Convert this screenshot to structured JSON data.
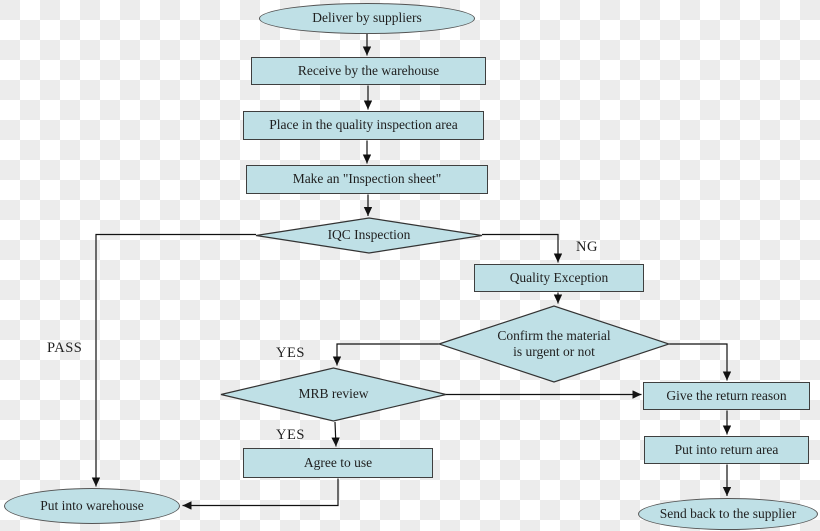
{
  "diagram": {
    "type": "flowchart",
    "background": "transparency-checkerboard",
    "colors": {
      "node_fill": "#bfe0e6",
      "node_border": "#3f3f3f",
      "edge_line": "#111111",
      "text": "#1f1f1f",
      "checker_light": "#ffffff",
      "checker_dark": "#ececec"
    },
    "nodes": {
      "deliver": {
        "shape": "ellipse",
        "label": "Deliver by suppliers"
      },
      "receive": {
        "shape": "rect",
        "label": "Receive by the warehouse"
      },
      "place": {
        "shape": "rect",
        "label": "Place in the quality inspection area"
      },
      "make": {
        "shape": "rect",
        "label": "Make an \"Inspection sheet\""
      },
      "iqc": {
        "shape": "diamond",
        "label": "IQC Inspection"
      },
      "quality": {
        "shape": "rect",
        "label": "Quality Exception"
      },
      "confirm": {
        "shape": "diamond",
        "label": "Confirm the material is urgent or not",
        "lines": [
          "Confirm the material",
          "is urgent or not"
        ]
      },
      "mrb": {
        "shape": "diamond",
        "label": "MRB review"
      },
      "agree": {
        "shape": "rect",
        "label": "Agree to use"
      },
      "warehouse": {
        "shape": "ellipse",
        "label": "Put into warehouse"
      },
      "reason": {
        "shape": "rect",
        "label": "Give the return reason"
      },
      "area": {
        "shape": "rect",
        "label": "Put into return area"
      },
      "sendback": {
        "shape": "ellipse",
        "label": "Send back to the supplier"
      }
    },
    "edge_labels": {
      "pass": "PASS",
      "ng": "NG",
      "yes_confirm_to_mrb": "YES",
      "yes_mrb_to_agree": "YES"
    },
    "edges": [
      {
        "from": "deliver",
        "to": "receive",
        "label": ""
      },
      {
        "from": "receive",
        "to": "place",
        "label": ""
      },
      {
        "from": "place",
        "to": "make",
        "label": ""
      },
      {
        "from": "make",
        "to": "iqc",
        "label": ""
      },
      {
        "from": "iqc",
        "to": "warehouse",
        "label": "PASS"
      },
      {
        "from": "iqc",
        "to": "quality",
        "label": "NG"
      },
      {
        "from": "quality",
        "to": "confirm",
        "label": ""
      },
      {
        "from": "confirm",
        "to": "mrb",
        "label": "YES"
      },
      {
        "from": "confirm",
        "to": "reason",
        "label": ""
      },
      {
        "from": "mrb",
        "to": "reason",
        "label": ""
      },
      {
        "from": "mrb",
        "to": "agree",
        "label": "YES"
      },
      {
        "from": "agree",
        "to": "warehouse",
        "label": ""
      },
      {
        "from": "reason",
        "to": "area",
        "label": ""
      },
      {
        "from": "area",
        "to": "sendback",
        "label": ""
      }
    ]
  }
}
